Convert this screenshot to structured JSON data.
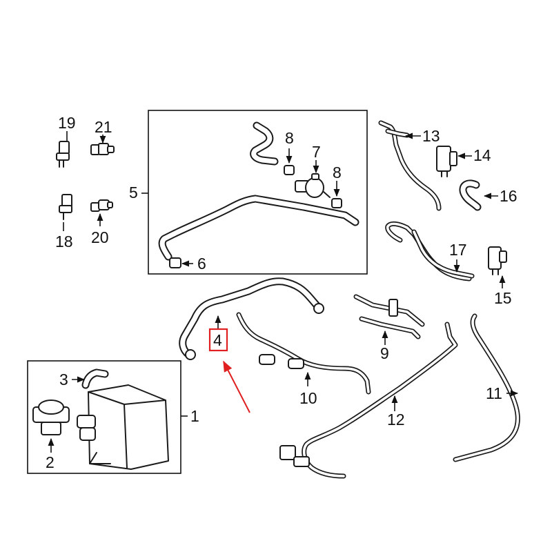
{
  "callouts": {
    "c1": "1",
    "c2": "2",
    "c3": "3",
    "c4": "4",
    "c5": "5",
    "c6": "6",
    "c7": "7",
    "c8a": "8",
    "c8b": "8",
    "c9": "9",
    "c10": "10",
    "c11": "11",
    "c12": "12",
    "c13": "13",
    "c14": "14",
    "c15": "15",
    "c16": "16",
    "c17": "17",
    "c18": "18",
    "c19": "19",
    "c20": "20",
    "c21": "21"
  },
  "colors": {
    "line": "#1a1a1a",
    "highlight_box": "#e02020",
    "highlight_arrow": "#e02020",
    "background": "#ffffff"
  },
  "highlighted_part": "4"
}
